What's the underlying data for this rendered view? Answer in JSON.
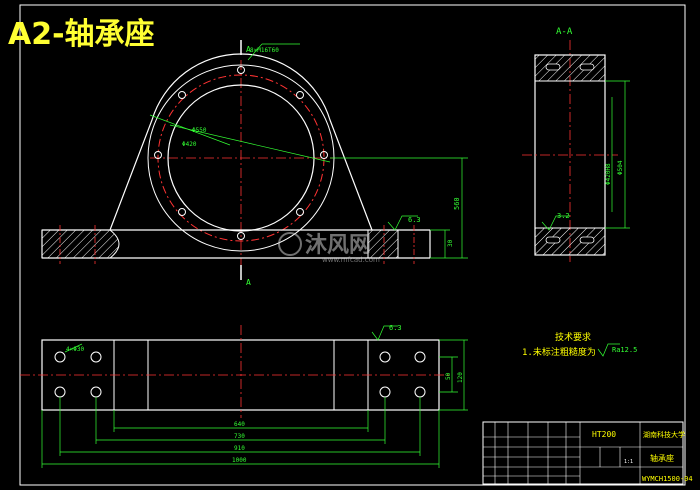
{
  "title": "A2-轴承座",
  "section_label": "A-A",
  "section_marks": [
    "A",
    "A"
  ],
  "dimensions": {
    "bolt_circle_note": "8×M16T60",
    "outer_dia": "Φ550",
    "inner_dia": "Φ420",
    "center_height": "560",
    "base_thickness": "30",
    "roughness_top": "6.3",
    "roughness_plan": "6.3",
    "section_roughness": "3.2",
    "section_dim_1": "Φ420H8",
    "section_dim_2": "Φ504",
    "plan_hole_note": "4×Φ30",
    "plan_width_1": "50",
    "plan_width_2": "120",
    "len_640": "640",
    "len_730": "730",
    "len_910": "910",
    "len_1000": "1000"
  },
  "tech_notes": {
    "heading": "技术要求",
    "line1": "1.未标注粗糙度为",
    "roughness": "Ra12.5"
  },
  "title_block": {
    "material": "HT200",
    "school": "湖南科技大学",
    "part_name": "轴承座",
    "drawing_no": "WYMCH1500-04",
    "scale": "1:1"
  },
  "watermark": {
    "brand": "沐风网",
    "url": "www.mfcad.com"
  },
  "colors": {
    "background": "#000000",
    "outline": "#ffffff",
    "centerline": "#ff3333",
    "dimension": "#33ff33",
    "text": "#ffff00"
  }
}
